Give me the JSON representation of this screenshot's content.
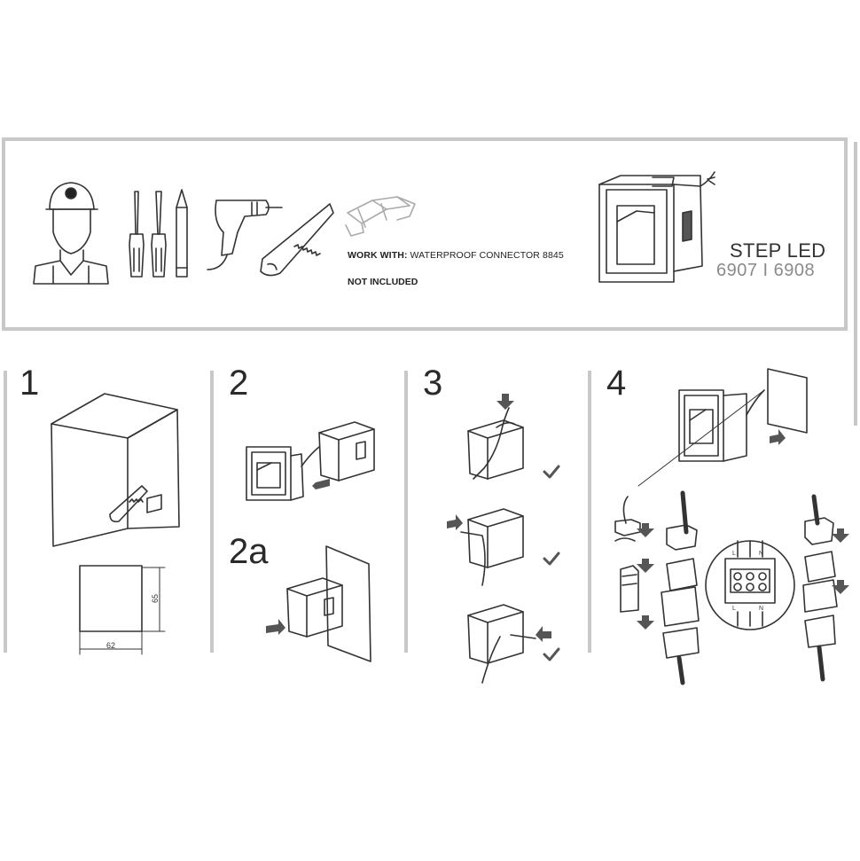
{
  "header": {
    "work_with_label": "WORK WITH:",
    "work_with_value": "WATERPROOF CONNECTOR 8845",
    "not_included": "NOT INCLUDED",
    "product_name": "STEP LED",
    "product_codes": "6907 I 6908"
  },
  "steps": [
    {
      "number": "1"
    },
    {
      "number": "2"
    },
    {
      "number": "2a"
    },
    {
      "number": "3"
    },
    {
      "number": "4"
    }
  ],
  "dimensions": {
    "width": "62",
    "height": "65"
  },
  "terminal_labels": {
    "top": [
      "L",
      "N"
    ],
    "bottom": [
      "L",
      "N"
    ]
  },
  "icons": [
    "installer-icon",
    "screwdriver-icon",
    "pencil-icon",
    "drill-icon",
    "saw-icon",
    "connector-icon",
    "step-led-icon",
    "check-icon",
    "arrow-icon"
  ],
  "colors": {
    "line": "#333333",
    "frame": "#c8c8c8",
    "arrow": "#555555"
  }
}
